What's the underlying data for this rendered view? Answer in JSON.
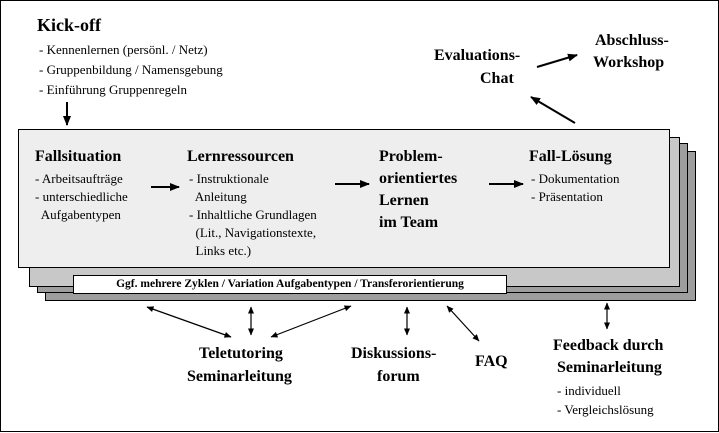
{
  "kickoff": {
    "title": "Kick-off",
    "items": [
      "- Kennenlernen (persönl. / Netz)",
      "- Gruppenbildung / Namensgebung",
      "- Einführung Gruppenregeln"
    ]
  },
  "evaluation": {
    "line1": "Evaluations-",
    "line2": "Chat"
  },
  "closing": {
    "line1": "Abschluss-",
    "line2": "Workshop"
  },
  "phases": {
    "fall": {
      "title": "Fallsituation",
      "items": [
        "- Arbeitsaufträge",
        "- unterschiedliche",
        "  Aufgabentypen"
      ]
    },
    "lern": {
      "title": "Lernressourcen",
      "items": [
        "- Instruktionale",
        "  Anleitung",
        "- Inhaltliche Grundlagen",
        "  (Lit., Navigationstexte,",
        "  Links etc.)"
      ]
    },
    "problem": {
      "lines": [
        "Problem-",
        "orientiertes",
        "Lernen",
        "im Team"
      ]
    },
    "loesung": {
      "title": "Fall-Lösung",
      "items": [
        "- Dokumentation",
        "- Präsentation"
      ]
    }
  },
  "cycle_caption": "Ggf. mehrere Zyklen / Variation Aufgabentypen / Transferorientierung",
  "support": {
    "teletutoring": {
      "line1": "Teletutoring",
      "line2": "Seminarleitung"
    },
    "forum": {
      "line1": "Diskussions-",
      "line2": "forum"
    },
    "faq": "FAQ",
    "feedback": {
      "line1": "Feedback durch",
      "line2": "Seminarleitung",
      "items": [
        "- individuell",
        "- Vergleichslösung"
      ]
    }
  },
  "colors": {
    "card_front": "#eeeeee",
    "card_mid": "#c8c8c8",
    "card_back": "#9e9e9e",
    "caption_bg": "#ffffff"
  }
}
